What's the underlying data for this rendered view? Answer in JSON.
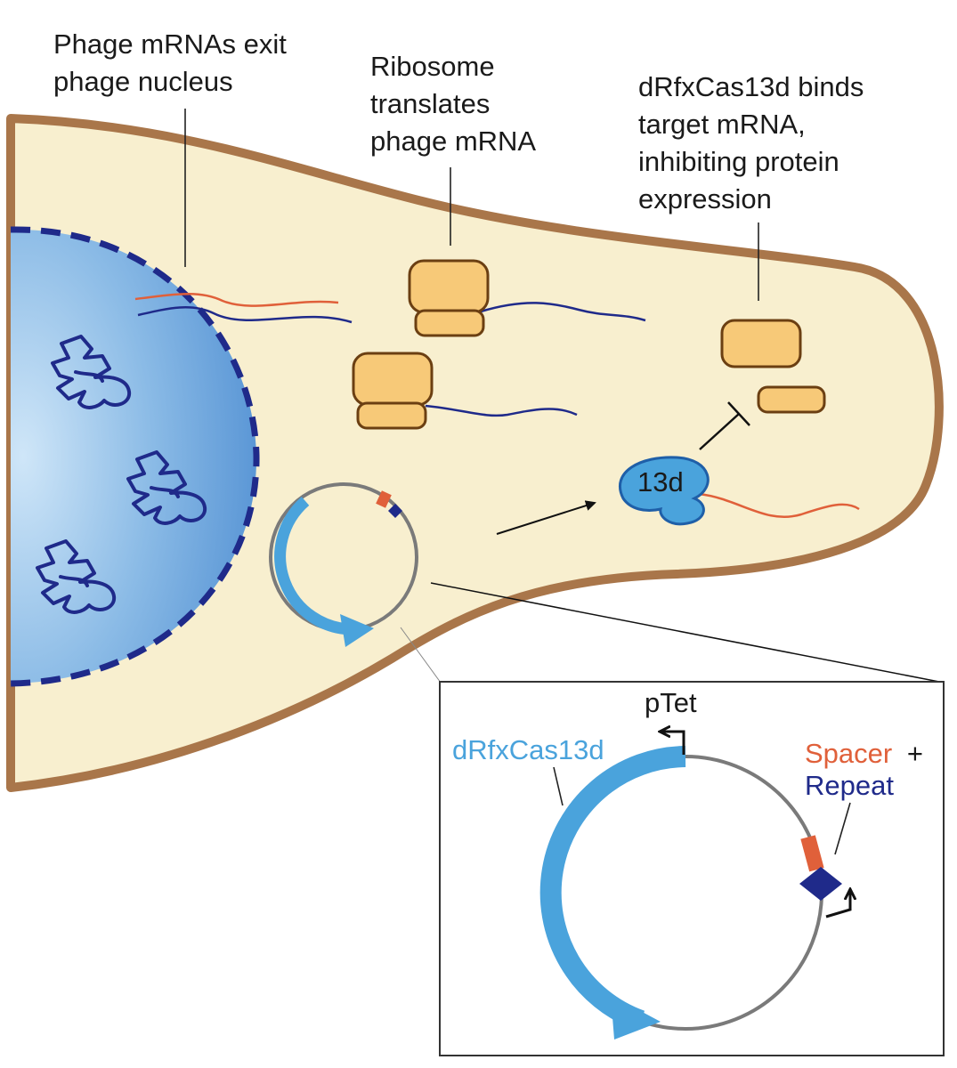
{
  "labels": {
    "mrna_exit": [
      "Phage mRNAs exit",
      "phage nucleus"
    ],
    "ribosome": [
      "Ribosome",
      "translates",
      "phage mRNA"
    ],
    "cas13d_binds": [
      "dRfxCas13d binds",
      "target mRNA,",
      "inhibiting protein",
      "expression"
    ],
    "cas13d_short": "13d",
    "gene_name": "dRfxCas13d",
    "promoter": "pTet",
    "spacer": "Spacer",
    "plus": "+",
    "repeat": "Repeat"
  },
  "colors": {
    "cell_fill": "#f8efcf",
    "cell_membrane": "#a9764a",
    "nucleus_fill": "#6fa6dc",
    "nucleus_border": "#1f2a8a",
    "ribosome_fill": "#f7c978",
    "ribosome_stroke": "#6b3f12",
    "cas13d_fill": "#4aa3dc",
    "mrna_phage": "#1f2a8a",
    "mrna_target": "#e0603a",
    "plasmid_backbone": "#7a7a7a",
    "gene_arrow": "#4aa3dc",
    "spacer": "#e0603a",
    "repeat": "#1f2a8a"
  },
  "icons": [
    "phage-dna-icon",
    "ribosome-icon",
    "cas13d-protein-icon",
    "plasmid-icon",
    "promoter-arrow-icon",
    "repeat-diamond-icon",
    "inhibition-bar-icon"
  ]
}
